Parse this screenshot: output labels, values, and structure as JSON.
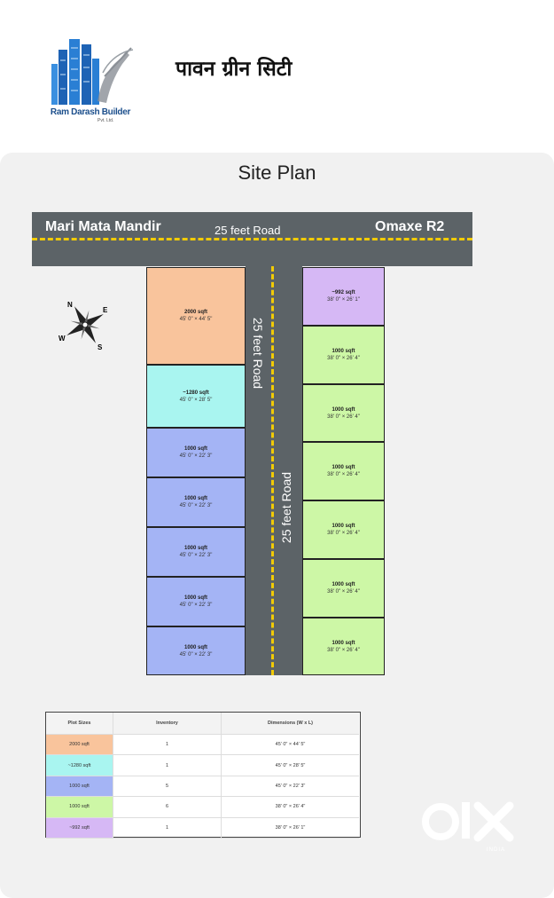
{
  "header": {
    "logo_text": "Ram Darash Builder",
    "logo_subtext": "Pvt. Ltd.",
    "project_title": "पावन ग्रीन सिटी"
  },
  "site_plan": {
    "title": "Site Plan",
    "roads": {
      "top_label": "25 feet Road",
      "left_place": "Mari Mata Mandir",
      "right_place": "Omaxe R2",
      "vertical_label_1": "25 feet Road",
      "vertical_label_2": "25 feet Road"
    },
    "compass": {
      "n": "N",
      "e": "E",
      "s": "S",
      "w": "W"
    },
    "left_plots": [
      {
        "sqft": "2000 sqft",
        "dim": "45' 0\" × 44' 5\"",
        "color": "#f9c49c"
      },
      {
        "sqft": "~1280 sqft",
        "dim": "45' 0\" × 28' 5\"",
        "color": "#a9f5f0"
      },
      {
        "sqft": "1000 sqft",
        "dim": "45' 0\" × 22' 3\"",
        "color": "#a4b4f5"
      },
      {
        "sqft": "1000 sqft",
        "dim": "45' 0\" × 22' 3\"",
        "color": "#a4b4f5"
      },
      {
        "sqft": "1000 sqft",
        "dim": "45' 0\" × 22' 3\"",
        "color": "#a4b4f5"
      },
      {
        "sqft": "1000 sqft",
        "dim": "45' 0\" × 22' 3\"",
        "color": "#a4b4f5"
      },
      {
        "sqft": "1000 sqft",
        "dim": "45' 0\" × 22' 3\"",
        "color": "#a4b4f5"
      }
    ],
    "right_plots": [
      {
        "sqft": "~992 sqft",
        "dim": "38' 0\" × 26' 1\"",
        "color": "#d6b8f5"
      },
      {
        "sqft": "1000 sqft",
        "dim": "38' 0\" × 26' 4\"",
        "color": "#cdf7a6"
      },
      {
        "sqft": "1000 sqft",
        "dim": "38' 0\" × 26' 4\"",
        "color": "#cdf7a6"
      },
      {
        "sqft": "1000 sqft",
        "dim": "38' 0\" × 26' 4\"",
        "color": "#cdf7a6"
      },
      {
        "sqft": "1000 sqft",
        "dim": "38' 0\" × 26' 4\"",
        "color": "#cdf7a6"
      },
      {
        "sqft": "1000 sqft",
        "dim": "38' 0\" × 26' 4\"",
        "color": "#cdf7a6"
      },
      {
        "sqft": "1000 sqft",
        "dim": "38' 0\" × 26' 4\"",
        "color": "#cdf7a6"
      }
    ]
  },
  "table": {
    "headers": [
      "Plot Sizes",
      "Inventory",
      "Dimensions (W x L)"
    ],
    "rows": [
      {
        "size": "2000 sqft",
        "inventory": "1",
        "dim": "45' 0\" × 44' 5\"",
        "color": "#f9c49c"
      },
      {
        "size": "~1280 sqft",
        "inventory": "1",
        "dim": "45' 0\" × 28' 5\"",
        "color": "#a9f5f0"
      },
      {
        "size": "1000 sqft",
        "inventory": "5",
        "dim": "45' 0\" × 22' 3\"",
        "color": "#a4b4f5"
      },
      {
        "size": "1000 sqft",
        "inventory": "6",
        "dim": "38' 0\" × 26' 4\"",
        "color": "#cdf7a6"
      },
      {
        "size": "~992 sqft",
        "inventory": "1",
        "dim": "38' 0\" × 26' 1\"",
        "color": "#d6b8f5"
      }
    ]
  },
  "watermark": {
    "brand": "OLX",
    "region": "INDIA"
  }
}
